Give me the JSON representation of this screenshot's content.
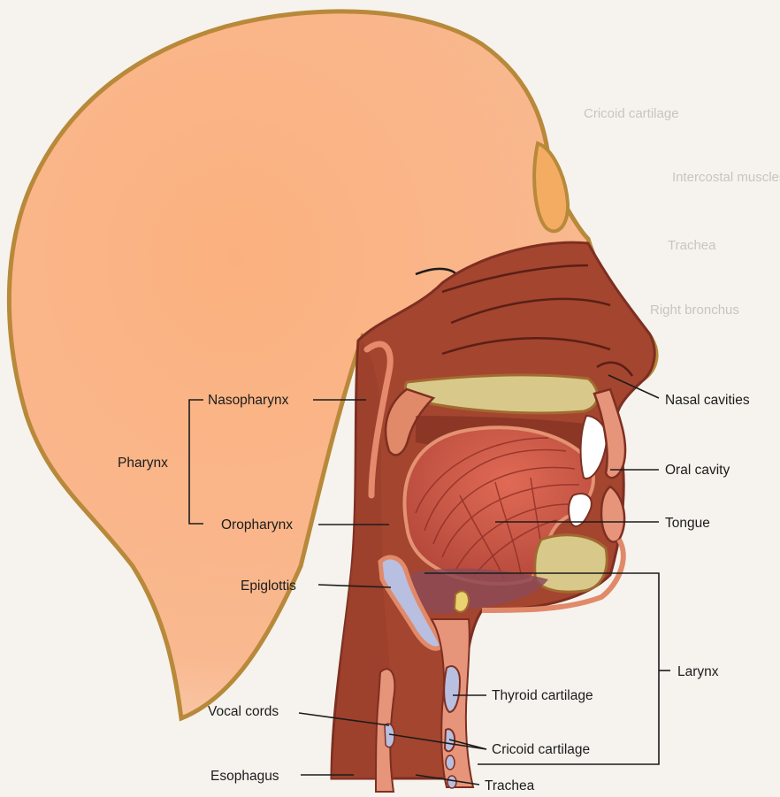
{
  "labels": {
    "pharynx": "Pharynx",
    "nasopharynx": "Nasopharynx",
    "oropharynx": "Oropharynx",
    "epiglottis": "Epiglottis",
    "vocal_cords": "Vocal cords",
    "esophagus": "Esophagus",
    "nasal_cavities": "Nasal cavities",
    "oral_cavity": "Oral cavity",
    "tongue": "Tongue",
    "larynx": "Larynx",
    "thyroid_cartilage": "Thyroid cartilage",
    "cricoid_cartilage": "Cricoid cartilage",
    "trachea": "Trachea"
  },
  "bleed_through_text": {
    "cricoid_cartilage": "Cricoid cartilage",
    "intercostal_muscles": "Intercostal muscles",
    "right_bronchus": "Right bronchus",
    "trachea": "Trachea"
  },
  "colors": {
    "paper": "#f6f3ee",
    "skin": "#f9b68a",
    "skin_outline": "#b8893a",
    "tissue": "#a4452f",
    "tissue_dark": "#7d2f22",
    "tissue_light": "#d3735a",
    "bone": "#d8c98a",
    "cartilage": "#b9bfe0",
    "tongue": "#cf5a4a"
  }
}
